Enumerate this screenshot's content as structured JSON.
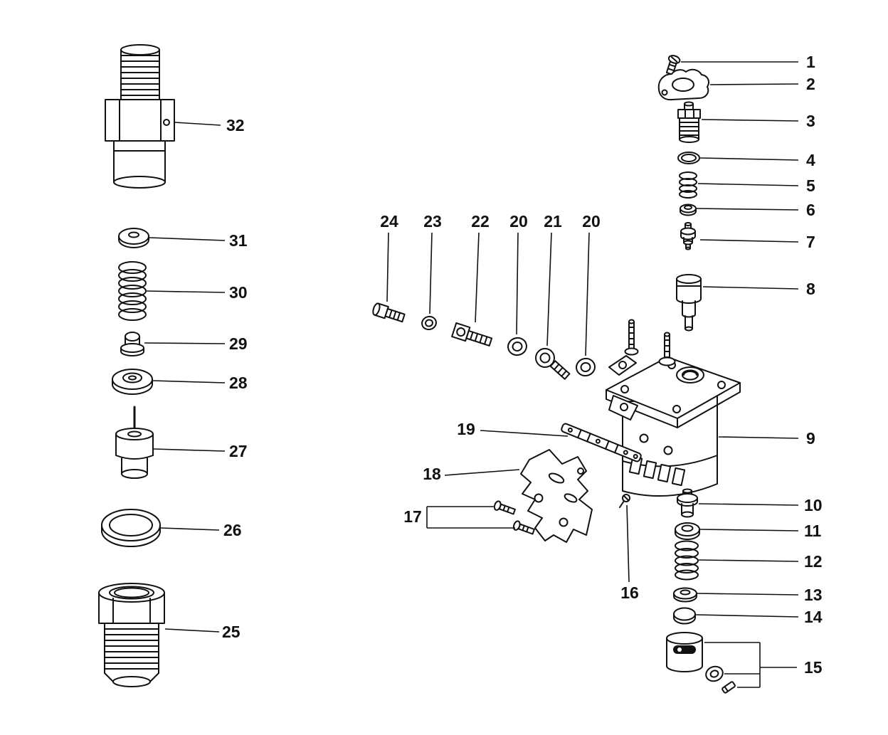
{
  "figure": {
    "colors": {
      "ink": "#111111",
      "background": "#ffffff"
    },
    "callouts": {
      "c1": "1",
      "c2": "2",
      "c3": "3",
      "c4": "4",
      "c5": "5",
      "c6": "6",
      "c7": "7",
      "c8": "8",
      "c9": "9",
      "c10": "10",
      "c11": "11",
      "c12": "12",
      "c13": "13",
      "c14": "14",
      "c15": "15",
      "c16": "16",
      "c17": "17",
      "c18": "18",
      "c19": "19",
      "c20a": "20",
      "c20b": "20",
      "c21": "21",
      "c22": "22",
      "c23": "23",
      "c24": "24",
      "c25": "25",
      "c26": "26",
      "c27": "27",
      "c28": "28",
      "c29": "29",
      "c30": "30",
      "c31": "31",
      "c32": "32"
    }
  }
}
